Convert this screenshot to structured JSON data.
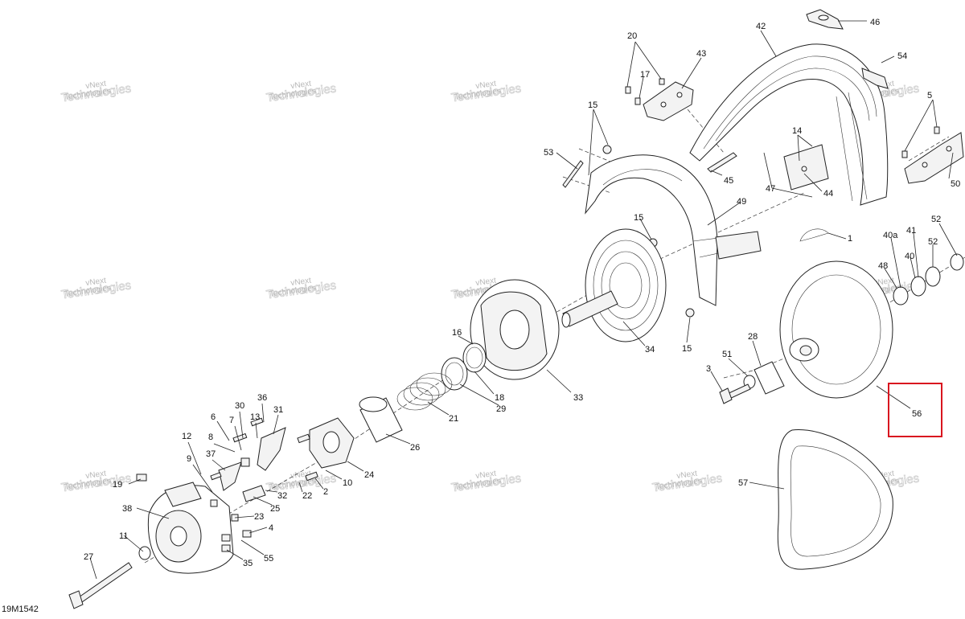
{
  "figure_code": "19M1542",
  "watermark": {
    "line1": "vNext",
    "line2": "Technologies"
  },
  "highlight_color": "#d9151f",
  "highlighted_callout": "56",
  "callouts": [
    {
      "id": "c46",
      "label": "46"
    },
    {
      "id": "c42",
      "label": "42"
    },
    {
      "id": "c54",
      "label": "54"
    },
    {
      "id": "c20",
      "label": "20"
    },
    {
      "id": "c43",
      "label": "43"
    },
    {
      "id": "c17",
      "label": "17"
    },
    {
      "id": "c5",
      "label": "5"
    },
    {
      "id": "c15a",
      "label": "15"
    },
    {
      "id": "c14",
      "label": "14"
    },
    {
      "id": "c53",
      "label": "53"
    },
    {
      "id": "c45",
      "label": "45"
    },
    {
      "id": "c50",
      "label": "50"
    },
    {
      "id": "c47",
      "label": "47"
    },
    {
      "id": "c44",
      "label": "44"
    },
    {
      "id": "c49",
      "label": "49"
    },
    {
      "id": "c52a",
      "label": "52"
    },
    {
      "id": "c15b",
      "label": "15"
    },
    {
      "id": "c1",
      "label": "1"
    },
    {
      "id": "c40a",
      "label": "40a"
    },
    {
      "id": "c41",
      "label": "41"
    },
    {
      "id": "c52b",
      "label": "52"
    },
    {
      "id": "c40",
      "label": "40"
    },
    {
      "id": "c48",
      "label": "48"
    },
    {
      "id": "c34",
      "label": "34"
    },
    {
      "id": "c15c",
      "label": "15"
    },
    {
      "id": "c16",
      "label": "16"
    },
    {
      "id": "c28",
      "label": "28"
    },
    {
      "id": "c51",
      "label": "51"
    },
    {
      "id": "c3",
      "label": "3"
    },
    {
      "id": "c18",
      "label": "18"
    },
    {
      "id": "c33",
      "label": "33"
    },
    {
      "id": "c29",
      "label": "29"
    },
    {
      "id": "c21",
      "label": "21"
    },
    {
      "id": "c56",
      "label": "56"
    },
    {
      "id": "c30",
      "label": "30"
    },
    {
      "id": "c36",
      "label": "36"
    },
    {
      "id": "c6",
      "label": "6"
    },
    {
      "id": "c7",
      "label": "7"
    },
    {
      "id": "c13",
      "label": "13"
    },
    {
      "id": "c31",
      "label": "31"
    },
    {
      "id": "c26",
      "label": "26"
    },
    {
      "id": "c12",
      "label": "12"
    },
    {
      "id": "c8",
      "label": "8"
    },
    {
      "id": "c37",
      "label": "37"
    },
    {
      "id": "c9",
      "label": "9"
    },
    {
      "id": "c19",
      "label": "19"
    },
    {
      "id": "c32",
      "label": "32"
    },
    {
      "id": "c22",
      "label": "22"
    },
    {
      "id": "c2",
      "label": "2"
    },
    {
      "id": "c10",
      "label": "10"
    },
    {
      "id": "c24",
      "label": "24"
    },
    {
      "id": "c25",
      "label": "25"
    },
    {
      "id": "c57",
      "label": "57"
    },
    {
      "id": "c38",
      "label": "38"
    },
    {
      "id": "c23",
      "label": "23"
    },
    {
      "id": "c4",
      "label": "4"
    },
    {
      "id": "c11",
      "label": "11"
    },
    {
      "id": "c35",
      "label": "35"
    },
    {
      "id": "c55",
      "label": "55"
    },
    {
      "id": "c27",
      "label": "27"
    }
  ]
}
